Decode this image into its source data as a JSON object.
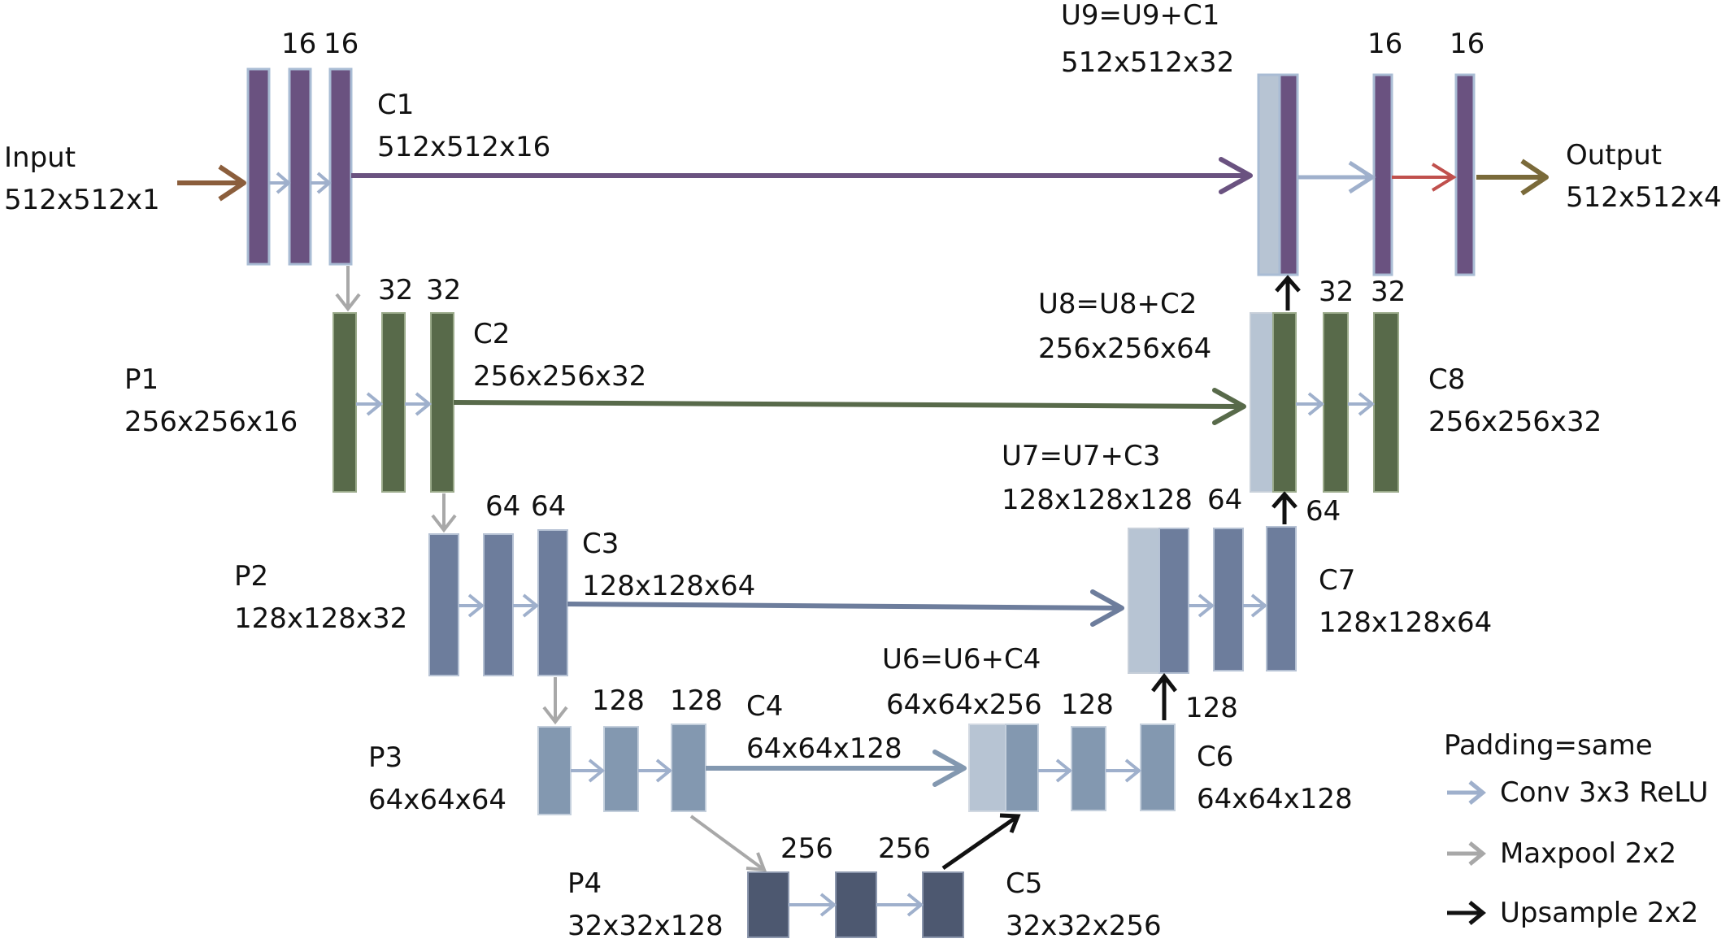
{
  "colors": {
    "level1": "#6a5280",
    "level2": "#586a4a",
    "level3": "#6d7d9c",
    "level4": "#8398b0",
    "level5": "#4d5870",
    "skip1": "#6a5280",
    "skip2": "#586a4a",
    "skip3": "#6d7d9c",
    "skip4": "#8398b0",
    "upsample_concat": "#b7c4d3",
    "conv_arrow": "#9fb0cc",
    "maxpool_arrow": "#a8a8a8",
    "upsample_arrow": "#111111",
    "input_arrow": "#8b5e3c",
    "final_conv_arrow": "#c0504d",
    "output_arrow": "#7a6a3a"
  },
  "labels": {
    "input": [
      "Input",
      "512x512x1"
    ],
    "output": [
      "Output",
      "512x512x4"
    ],
    "c1": [
      "C1",
      "512x512x16"
    ],
    "c2": [
      "C2",
      "256x256x32"
    ],
    "c3": [
      "C3",
      "128x128x64"
    ],
    "c4": [
      "C4",
      "64x64x128"
    ],
    "c5": [
      "C5",
      "32x32x256"
    ],
    "c6": [
      "C6",
      "64x64x128"
    ],
    "c7": [
      "C7",
      "128x128x64"
    ],
    "c8": [
      "C8",
      "256x256x32"
    ],
    "p1": [
      "P1",
      "256x256x16"
    ],
    "p2": [
      "P2",
      "128x128x32"
    ],
    "p3": [
      "P3",
      "64x64x64"
    ],
    "p4": [
      "P4",
      "32x32x128"
    ],
    "u6": [
      "U6=U6+C4",
      "64x64x256"
    ],
    "u7": [
      "U7=U7+C3",
      "128x128x128"
    ],
    "u8": [
      "U8=U8+C2",
      "256x256x64"
    ],
    "u9": [
      "U9=U9+C1",
      "512x512x32"
    ]
  },
  "filter_counts": {
    "enc1": [
      "16",
      "16"
    ],
    "enc2": [
      "32",
      "32"
    ],
    "enc3": [
      "64",
      "64"
    ],
    "enc4": [
      "128",
      "128"
    ],
    "bottleneck": [
      "256",
      "256"
    ],
    "dec6": [
      "128",
      "128"
    ],
    "dec7": [
      "64",
      "64"
    ],
    "dec8": [
      "32",
      "32"
    ],
    "dec9": [
      "16",
      "16"
    ]
  },
  "legend": {
    "title": "Padding=same",
    "items": [
      {
        "label": "Conv 3x3 ReLU",
        "arrow": "conv"
      },
      {
        "label": "Maxpool 2x2",
        "arrow": "maxpool"
      },
      {
        "label": "Upsample 2x2",
        "arrow": "upsample"
      }
    ]
  }
}
